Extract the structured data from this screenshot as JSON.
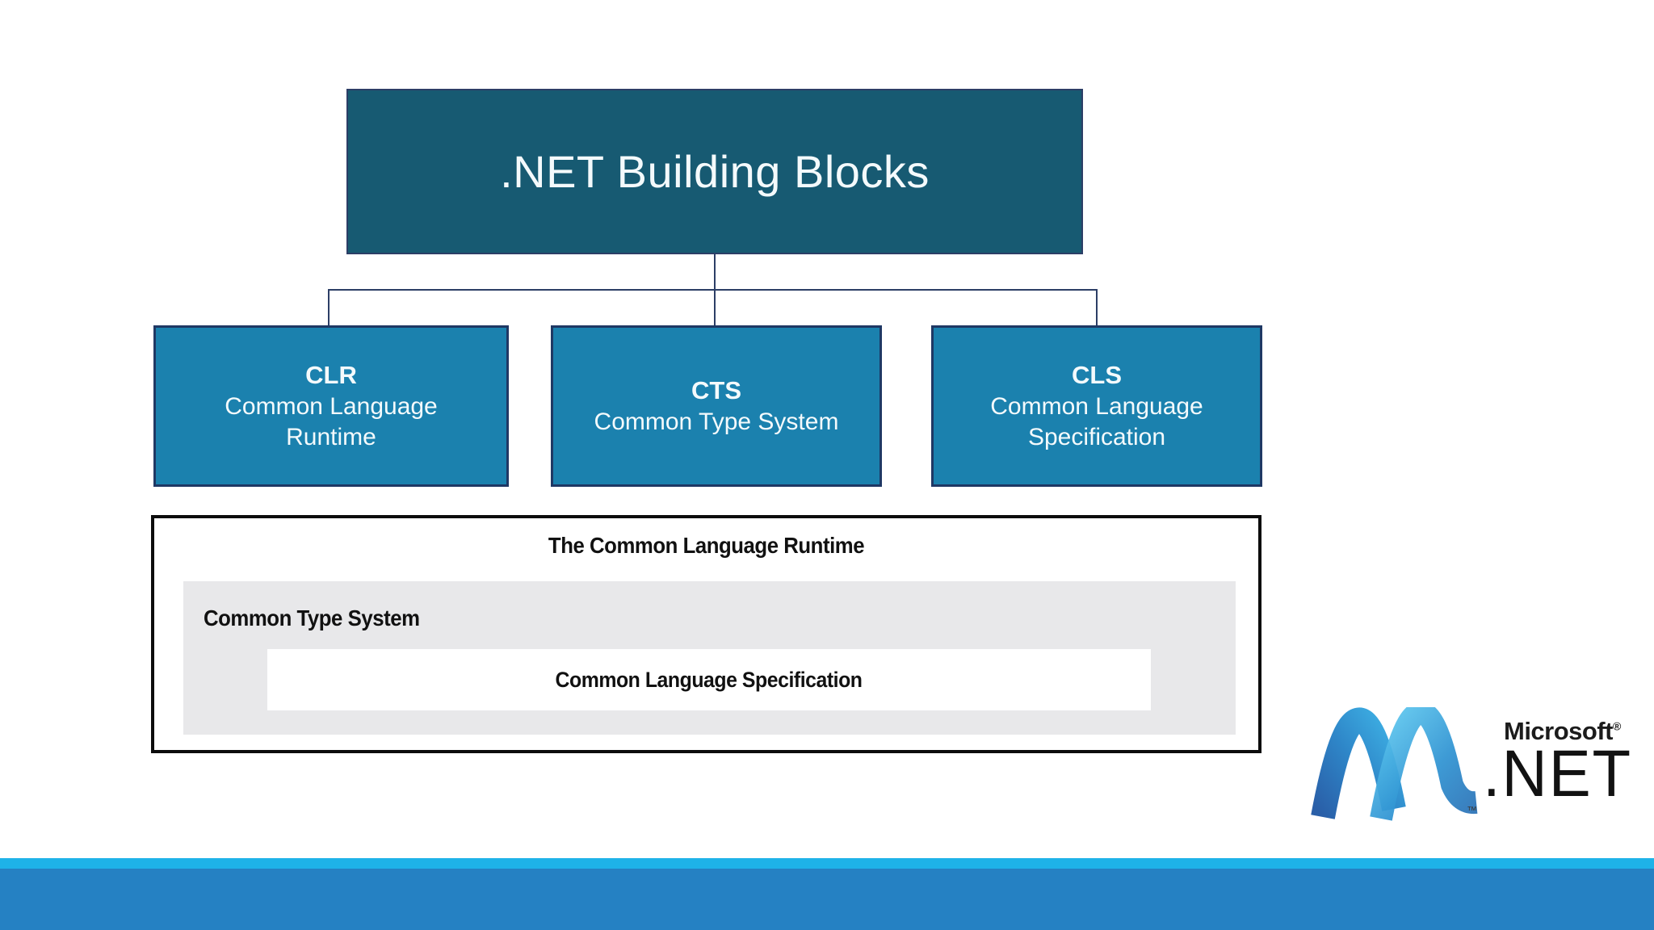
{
  "hierarchy": {
    "root_label": ".NET Building Blocks",
    "blocks": [
      {
        "acronym": "CLR",
        "name": "Common Language\nRuntime"
      },
      {
        "acronym": "CTS",
        "name": "Common Type System"
      },
      {
        "acronym": "CLS",
        "name": "Common Language\nSpecification"
      }
    ]
  },
  "clr_diagram": {
    "title": "The Common Language Runtime",
    "cts_label": "Common Type System",
    "cls_label": "Common Language Specification"
  },
  "logo": {
    "icon": "dotnet-swoosh-icon",
    "brand": "Microsoft",
    "reg_mark": "®",
    "product": ".NET",
    "tm_mark": "™"
  },
  "colors": {
    "root_box_fill": "#175a72",
    "child_box_fill": "#1b81ae",
    "box_border": "#1f3864",
    "connector": "#2c3e66",
    "diagram_frame_border": "#0c0c0c",
    "diagram_gray_fill": "#e8e8ea",
    "footer_strip": "#1eb2e8",
    "footer_band": "#2581c3",
    "swoosh_blue_dark": "#2e77b8",
    "swoosh_blue_light": "#5bc6ee"
  }
}
